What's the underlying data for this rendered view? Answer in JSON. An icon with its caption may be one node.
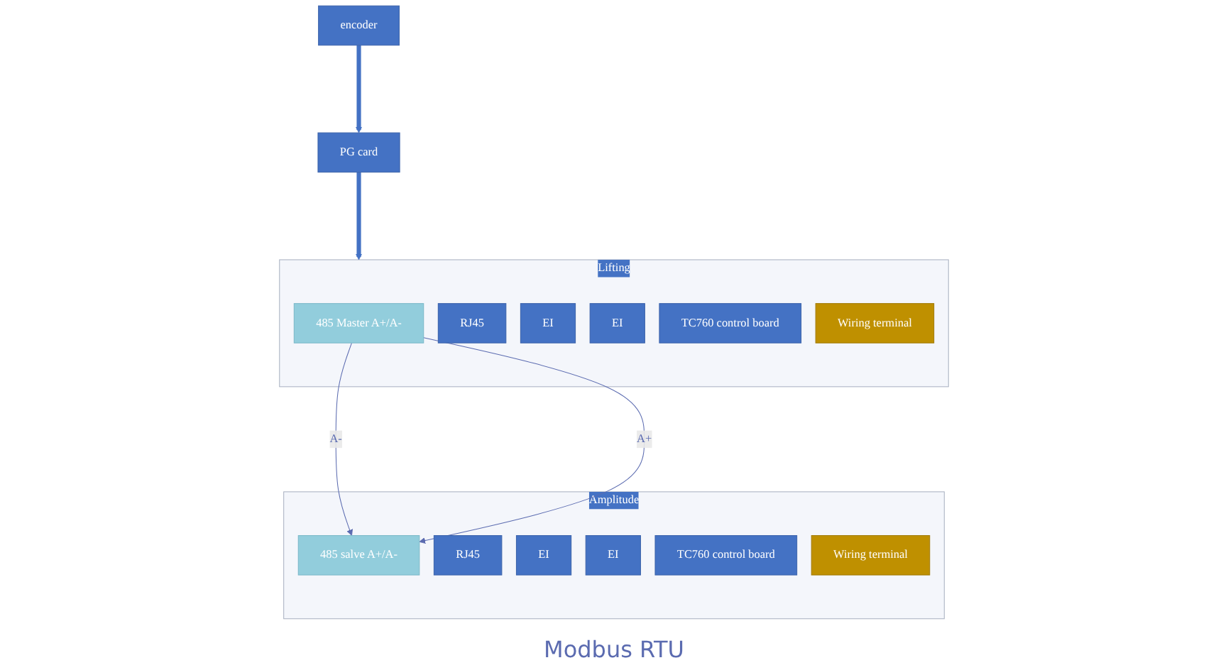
{
  "diagram": {
    "nodes": [
      {
        "text": [
          "encoder"
        ]
      },
      {
        "text": [
          "PG card"
        ]
      },
      {
        "text": [
          "Lifting"
        ]
      },
      {
        "text": [
          "RJ45"
        ],
        "in": 2
      },
      {
        "text": [
          "EI"
        ],
        "in": 2
      },
      {
        "text": [
          "EI"
        ],
        "in": 2
      },
      {
        "text": [
          "TC760 control board"
        ],
        "in": 2
      },
      {
        "text": [
          "Wiring terminal"
        ],
        "in": 2
      },
      {
        "text": [
          "485 Master A+/A-"
        ],
        "in": 2
      },
      {
        "text": [
          "Amplitude"
        ]
      },
      {
        "text": [
          "RJ45"
        ],
        "in": 9
      },
      {
        "text": [
          "EI"
        ],
        "in": 9
      },
      {
        "text": [
          "EI"
        ],
        "in": 9
      },
      {
        "text": [
          "TC760 control board"
        ],
        "in": 9
      },
      {
        "text": [
          "Wiring terminal"
        ],
        "in": 9
      },
      {
        "text": [
          "485 salve A+/A-"
        ],
        "in": 9
      }
    ],
    "edges": [
      {
        "from": 0,
        "to": 1,
        "arrow": "to",
        "style": "thick",
        "color": "#4472c4"
      },
      {
        "from": 1,
        "to": 2,
        "arrow": "to",
        "style": "thick",
        "color": "#4472c4"
      },
      {
        "from": 8,
        "to": 15,
        "arrow": "to",
        "label": "A-"
      },
      {
        "from": 8,
        "to": 15,
        "arrow": "to",
        "label": "A+"
      }
    ],
    "labels": [
      "Modbus RTU"
    ]
  }
}
